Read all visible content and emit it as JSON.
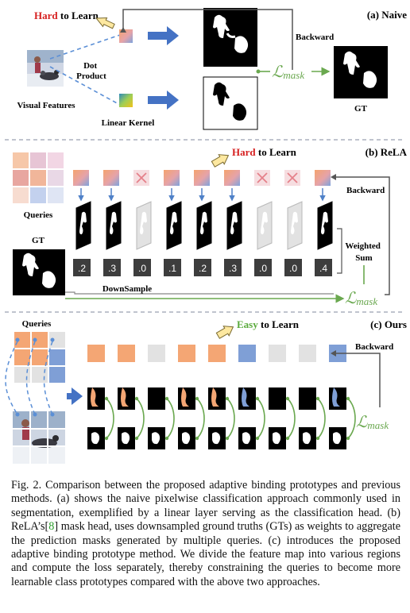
{
  "panel_a": {
    "title": "(a) Naive",
    "hard": "Hard",
    "to_learn": " to Learn",
    "dot_product": [
      "Dot",
      "Product"
    ],
    "linear_kernel": "Linear Kernel",
    "visual_features": "Visual Features",
    "backward": "Backward",
    "loss": "ℒ",
    "loss_sub": "mask",
    "gt": "GT"
  },
  "panel_b": {
    "title": "(b) ReLA",
    "hard": "Hard",
    "to_learn": " to Learn",
    "queries": "Queries",
    "gt": "GT",
    "backward": "Backward",
    "weighted_sum": [
      "Weighted",
      "Sum"
    ],
    "downsample": "DownSample",
    "weights": [
      ".2",
      ".3",
      ".0",
      ".1",
      ".2",
      ".3",
      ".0",
      ".0",
      ".4"
    ],
    "loss": "ℒ",
    "loss_sub": "mask"
  },
  "panel_c": {
    "title": "(c) Ours",
    "easy": "Easy",
    "to_learn": " to Learn",
    "queries": "Queries",
    "backward": "Backward",
    "loss": "ℒ",
    "loss_sub": "mask"
  },
  "caption": {
    "part1": "Fig. 2.  Comparison between the proposed adaptive binding prototypes and previous methods. (a) shows the naive pixelwise classification approach commonly used in segmentation, exemplified by a linear layer serving as the classification head. (b) ReLA’s[",
    "ref": "8",
    "part2": "] mask head, uses downsampled ground truths (GTs) as weights to aggregate the prediction masks generated by multiple queries. (c) introduces the proposed adaptive binding prototype method. We divide the feature map into various regions and compute the loss separately, thereby constraining the queries to become more learnable class prototypes compared with the above two approaches."
  },
  "colors": {
    "hard_red": "#d62020",
    "easy_green": "#5aaa3c",
    "arrow_blue": "#4472c4",
    "loss_green": "#6aa84f",
    "orange": "#f4a674",
    "blue": "#7f9fd6",
    "divider": "#9aa0b0"
  }
}
